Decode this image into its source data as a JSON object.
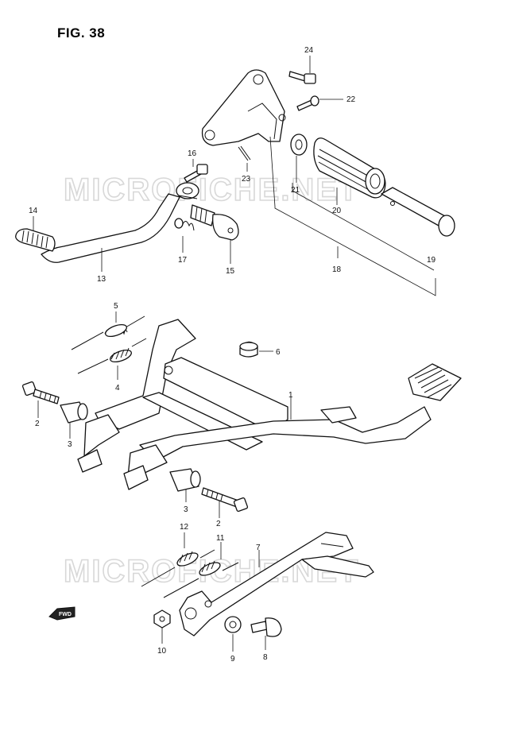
{
  "figure": {
    "title": "FIG. 38"
  },
  "watermark": {
    "text": "MICROFICHE.NET"
  },
  "fwd_label": "FWD",
  "parts": [
    {
      "id": "p1",
      "label": "1"
    },
    {
      "id": "p2a",
      "label": "2"
    },
    {
      "id": "p2b",
      "label": "2"
    },
    {
      "id": "p3a",
      "label": "3"
    },
    {
      "id": "p3b",
      "label": "3"
    },
    {
      "id": "p4",
      "label": "4"
    },
    {
      "id": "p5",
      "label": "5"
    },
    {
      "id": "p6",
      "label": "6"
    },
    {
      "id": "p7",
      "label": "7"
    },
    {
      "id": "p8",
      "label": "8"
    },
    {
      "id": "p9",
      "label": "9"
    },
    {
      "id": "p10",
      "label": "10"
    },
    {
      "id": "p11",
      "label": "11"
    },
    {
      "id": "p12",
      "label": "12"
    },
    {
      "id": "p13",
      "label": "13"
    },
    {
      "id": "p14",
      "label": "14"
    },
    {
      "id": "p15",
      "label": "15"
    },
    {
      "id": "p16",
      "label": "16"
    },
    {
      "id": "p17",
      "label": "17"
    },
    {
      "id": "p18",
      "label": "18"
    },
    {
      "id": "p19",
      "label": "19"
    },
    {
      "id": "p20",
      "label": "20"
    },
    {
      "id": "p21",
      "label": "21"
    },
    {
      "id": "p22",
      "label": "22"
    },
    {
      "id": "p23",
      "label": "23"
    },
    {
      "id": "p24",
      "label": "24"
    }
  ]
}
